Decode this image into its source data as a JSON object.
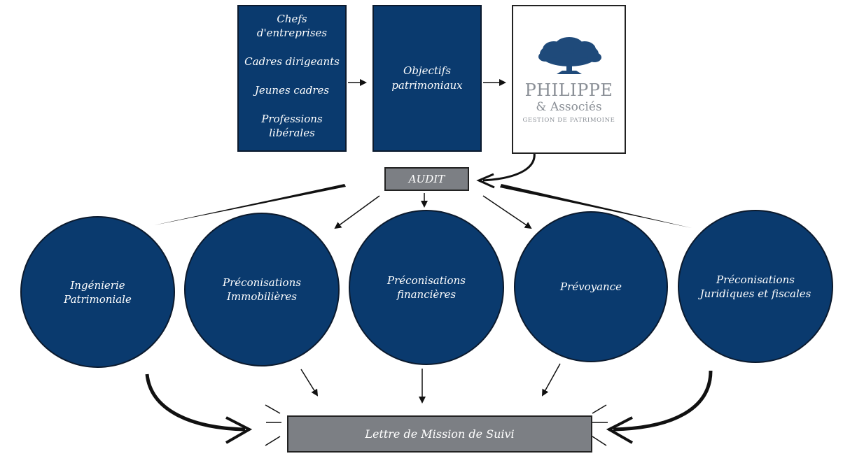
{
  "clients": {
    "lines": [
      "Chefs",
      "d'entreprises",
      "Cadres dirigeants",
      "Jeunes cadres",
      "Professions",
      "libérales"
    ]
  },
  "objectifs": {
    "line1": "Objectifs",
    "line2": "patrimoniaux"
  },
  "logo": {
    "name": "PHILIPPE",
    "sub": "& Associés",
    "tag": "GESTION DE PATRIMOINE"
  },
  "audit": {
    "label": "AUDIT"
  },
  "circles": [
    {
      "line1": "Ingénierie",
      "line2": "Patrimoniale"
    },
    {
      "line1": "Préconisations",
      "line2": "Immobilières"
    },
    {
      "line1": "Préconisations",
      "line2": "financières"
    },
    {
      "line1": "Prévoyance",
      "line2": ""
    },
    {
      "line1": "Préconisations",
      "line2": "Juridiques et fiscales"
    }
  ],
  "lettre": {
    "label": "Lettre de Mission de Suivi"
  },
  "colors": {
    "navy": "#0a3a6e",
    "gray": "#7c7f84",
    "logo_blue": "#1f4a7a",
    "logo_text": "#8a8f96"
  }
}
